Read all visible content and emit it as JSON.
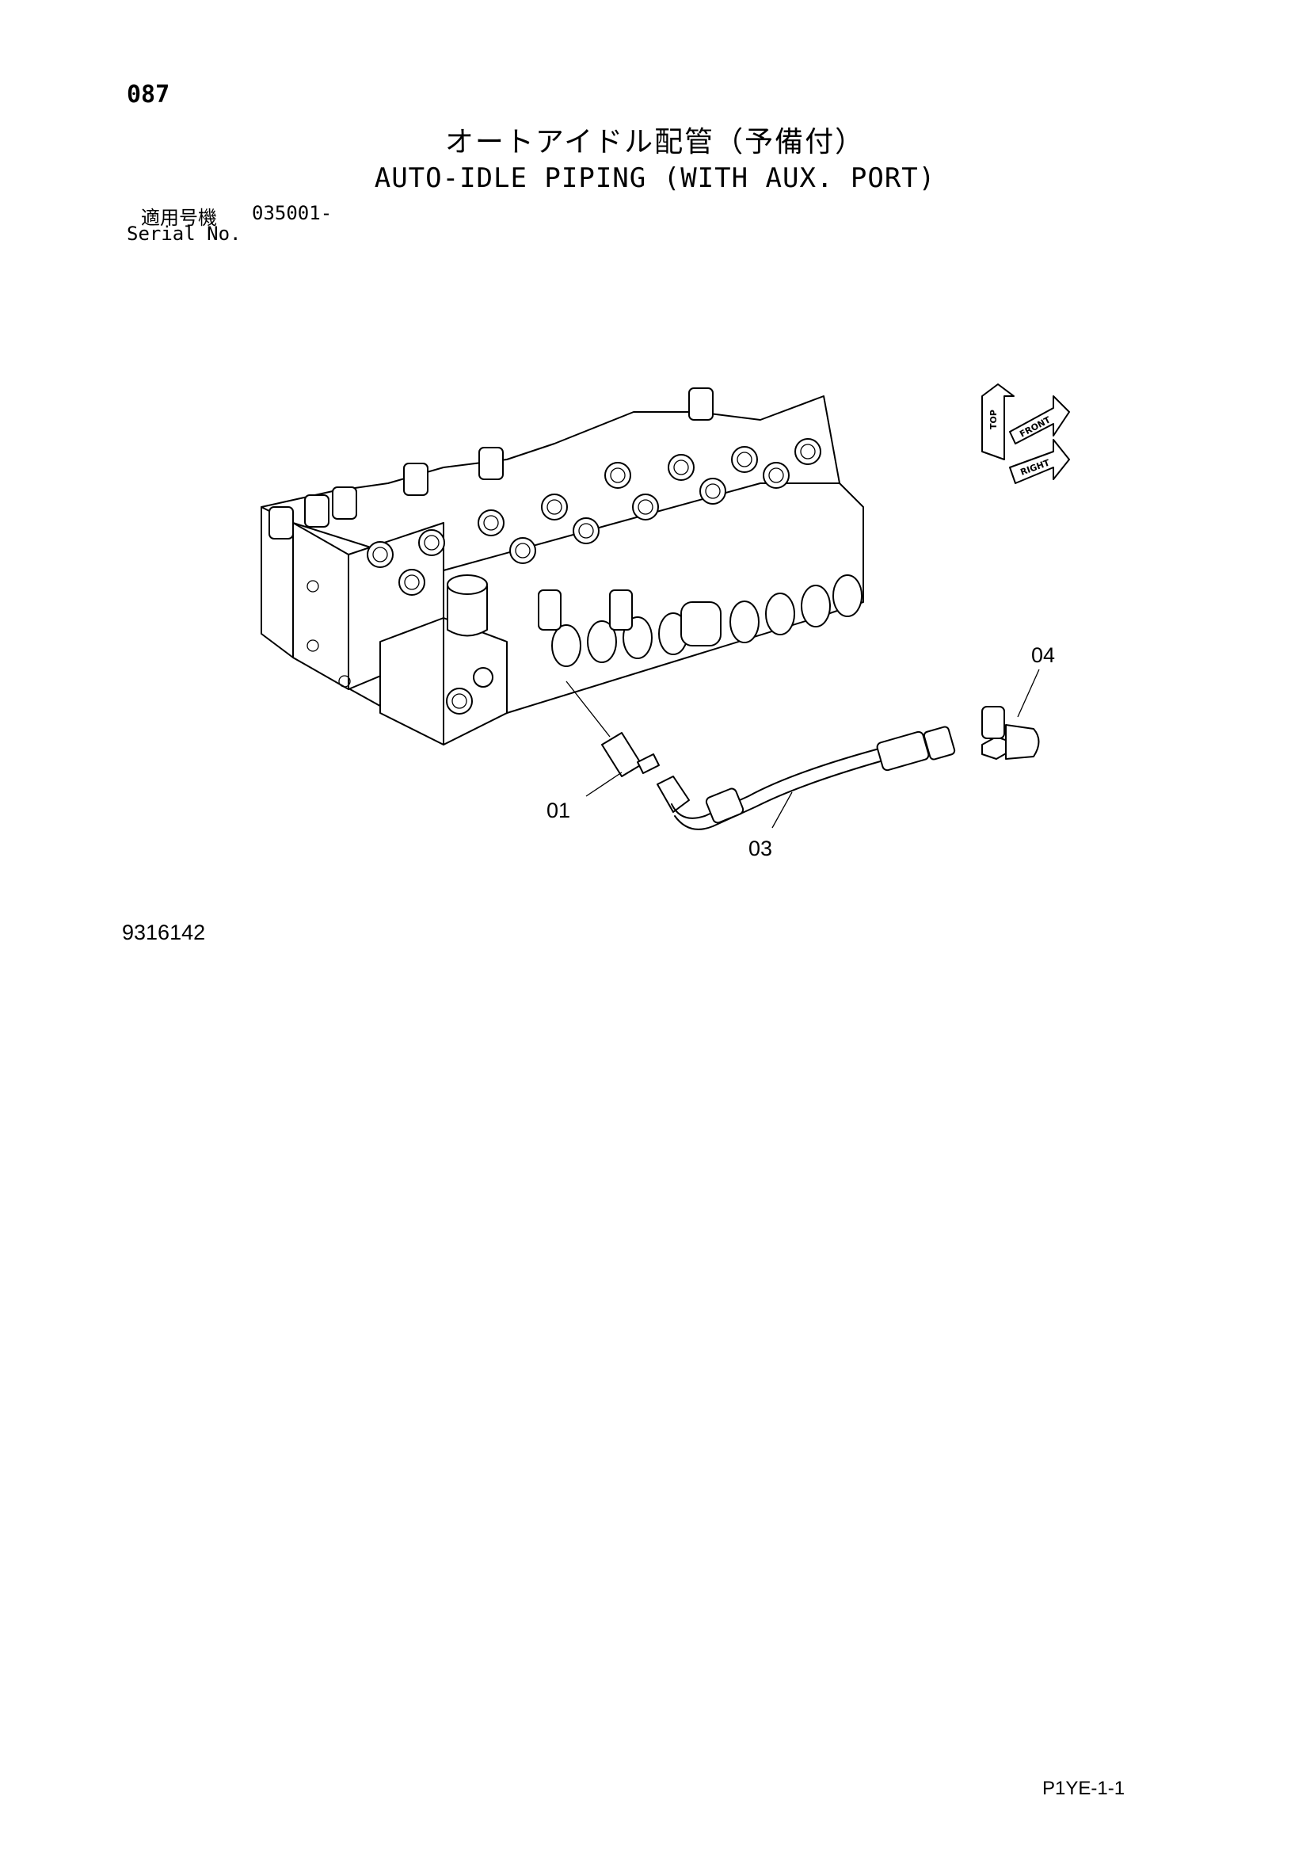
{
  "header": {
    "page_number": "087",
    "title_japanese": "オートアイドル配管（予備付）",
    "title_english": "AUTO-IDLE PIPING (WITH AUX. PORT)",
    "serial_label_japanese": "適用号機",
    "serial_range": "035001-",
    "serial_label_english": "Serial No."
  },
  "diagram": {
    "callouts": [
      "01",
      "03",
      "04"
    ],
    "orientation_labels": [
      "TOP",
      "FRONT",
      "RIGHT"
    ]
  },
  "footer": {
    "figure_number": "9316142",
    "page_code": "P1YE-1-1"
  }
}
